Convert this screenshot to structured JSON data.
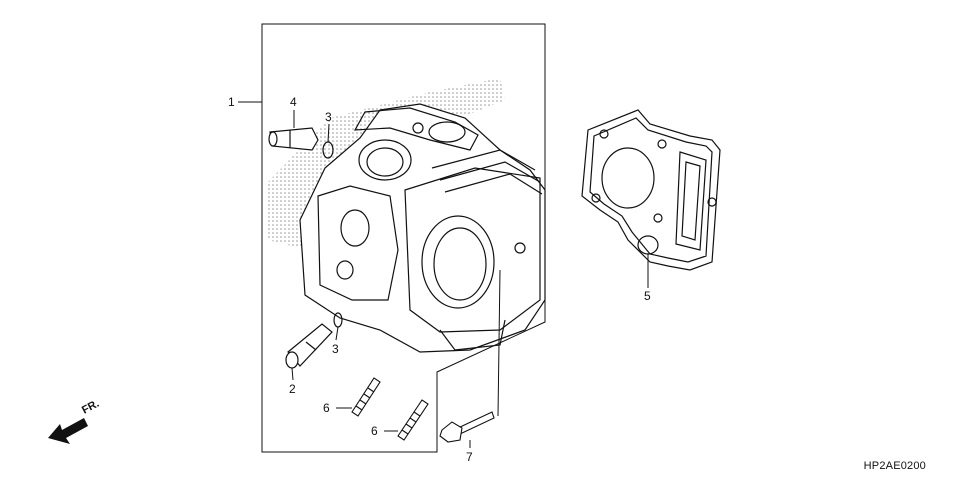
{
  "callouts": {
    "c1": "1",
    "c2": "2",
    "c3a": "3",
    "c3b": "3",
    "c4": "4",
    "c5": "5",
    "c6a": "6",
    "c6b": "6",
    "c7": "7"
  },
  "direction_label": "FR.",
  "diagram_code": "HP2AE0200",
  "colors": {
    "ink": "#111111",
    "stipple": "#9a9a9a"
  }
}
